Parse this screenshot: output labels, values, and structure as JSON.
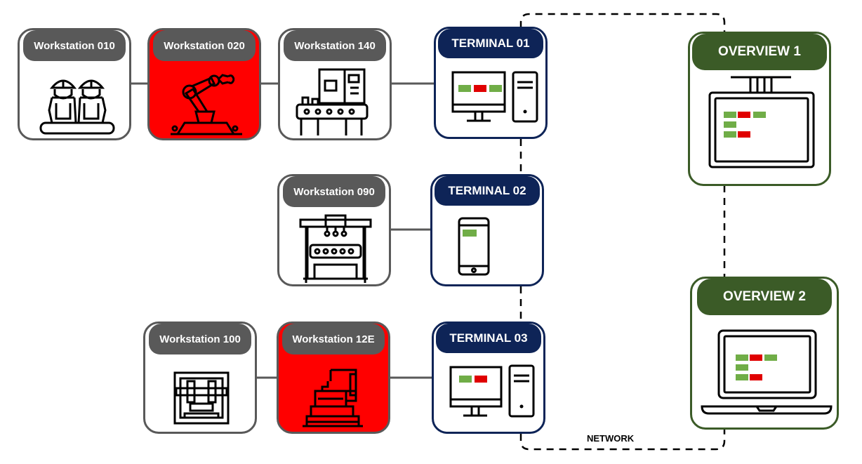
{
  "workstations": {
    "ws010": {
      "label": "Workstation 010",
      "icon": "workers-icon"
    },
    "ws020": {
      "label": "Workstation 020",
      "icon": "robot-arm-icon",
      "status": "alert"
    },
    "ws140": {
      "label": "Workstation 140",
      "icon": "conveyor-machine-icon"
    },
    "ws090": {
      "label": "Workstation 090",
      "icon": "assembly-machine-icon"
    },
    "ws100": {
      "label": "Workstation 100",
      "icon": "press-machine-icon"
    },
    "ws12e": {
      "label": "Workstation 12E",
      "icon": "milling-machine-icon",
      "status": "alert"
    }
  },
  "terminals": {
    "t01": {
      "label": "TERMINAL 01",
      "device": "desktop-computer-icon",
      "indicators": [
        "green",
        "red",
        "green"
      ]
    },
    "t02": {
      "label": "TERMINAL 02",
      "device": "smartphone-icon",
      "indicators": [
        "green"
      ]
    },
    "t03": {
      "label": "TERMINAL 03",
      "device": "desktop-computer-icon",
      "indicators": [
        "green",
        "red"
      ]
    }
  },
  "overviews": {
    "ov1": {
      "label": "OVERVIEW 1",
      "device": "ceiling-display-icon",
      "indicator_rows": [
        [
          "green",
          "red",
          "green"
        ],
        [
          "green"
        ],
        [
          "green",
          "red"
        ]
      ]
    },
    "ov2": {
      "label": "OVERVIEW 2",
      "device": "laptop-icon",
      "indicator_rows": [
        [
          "green",
          "red",
          "green"
        ],
        [
          "green"
        ],
        [
          "green",
          "red"
        ]
      ]
    }
  },
  "network": {
    "label": "NETWORK"
  },
  "colors": {
    "workstation": "#595959",
    "terminal": "#0e2457",
    "overview": "#3b5b27",
    "alert": "#ff0000",
    "status_green": "#70ad47",
    "status_red": "#e00000"
  }
}
